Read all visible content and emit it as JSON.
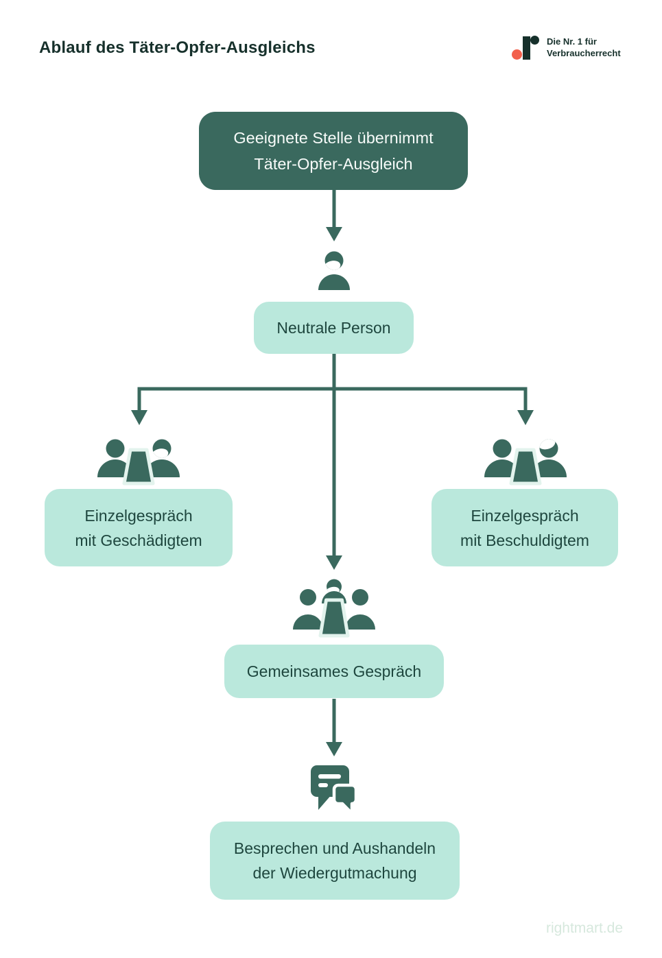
{
  "header": {
    "title": "Ablauf des Täter-Opfer-Ausgleichs",
    "brand": {
      "line1": "Die Nr. 1 für",
      "line2": "Verbraucherrecht"
    }
  },
  "flow": {
    "step1": {
      "line1": "Geeignete Stelle übernimmt",
      "line2": "Täter-Opfer-Ausgleich"
    },
    "neutral_person": {
      "label": "Neutrale Person"
    },
    "left_branch": {
      "line1": "Einzelgespräch",
      "line2": "mit Geschädigtem"
    },
    "right_branch": {
      "line1": "Einzelgespräch",
      "line2": "mit Beschuldigtem"
    },
    "joint_talk": {
      "label": "Gemeinsames Gespräch"
    },
    "final_step": {
      "line1": "Besprechen und Aushandeln",
      "line2": "der Wiedergutmachung"
    }
  },
  "footer": {
    "url": "rightmart.de"
  },
  "icons": {
    "brand": "rightmart-logo-icon",
    "neutral_person": "person-icon",
    "left_branch": "two-people-meeting-icon",
    "right_branch": "two-people-meeting-icon",
    "joint_talk": "three-people-meeting-icon",
    "final_step": "speech-bubbles-icon"
  },
  "colors": {
    "dark-green": "#3A695E",
    "mint": "#BAE8DC",
    "ink": "#16302B",
    "box-text": "#1E463E",
    "coral": "#F2604C",
    "footer-text": "#D6E8DD",
    "icon-outline": "#E3F3ED"
  }
}
